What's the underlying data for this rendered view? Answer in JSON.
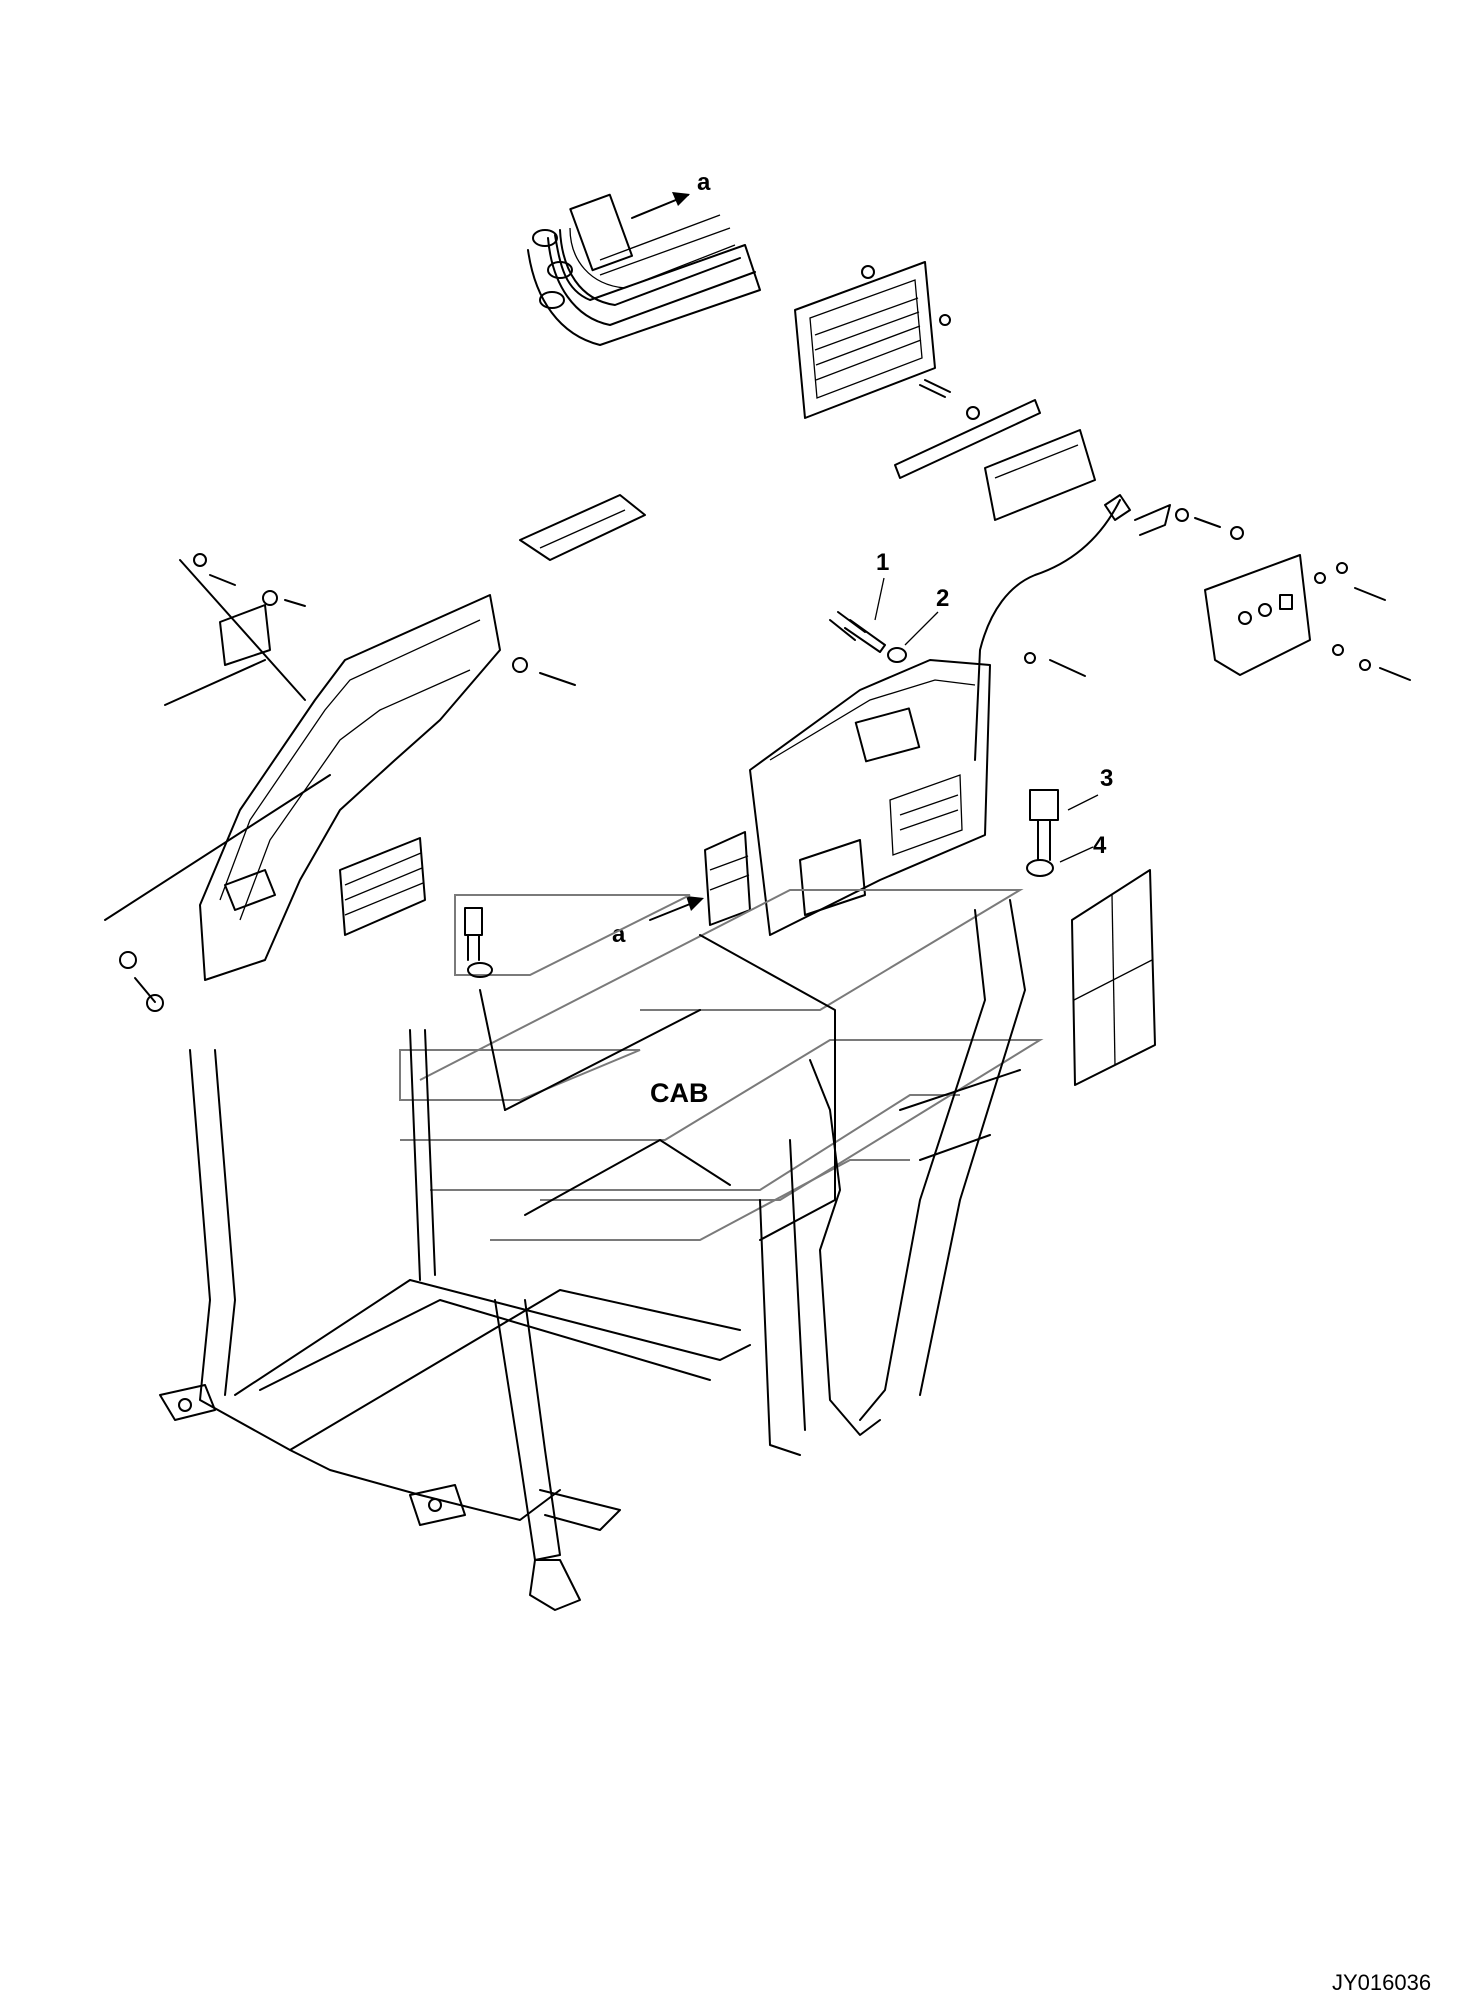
{
  "callouts": {
    "item_1": "1",
    "item_2": "2",
    "item_3": "3",
    "item_4": "4",
    "view_a_top": "a",
    "view_a_mid": "a"
  },
  "labels": {
    "cab": "CAB"
  },
  "document_id": "JY016036"
}
